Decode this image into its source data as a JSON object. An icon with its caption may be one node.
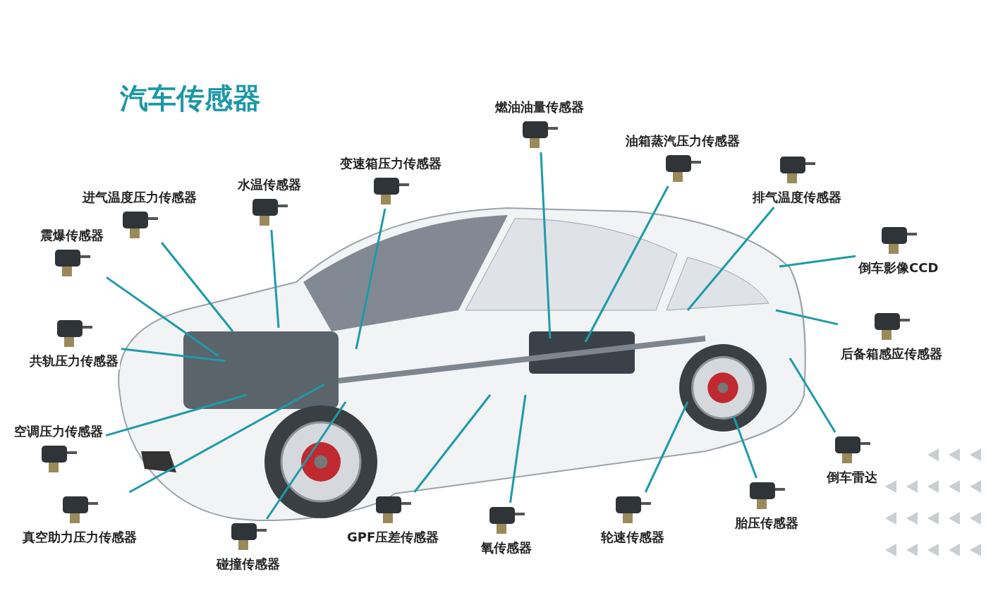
{
  "diagram": {
    "title": "汽车传感器",
    "nodes": [
      {
        "text": [
          "燃油油量传感器"
        ]
      },
      {
        "text": [
          "油箱蒸汽压力传感器"
        ]
      },
      {
        "text": [
          "变速箱压力传感器"
        ]
      },
      {
        "text": [
          "水温传感器"
        ]
      },
      {
        "text": [
          "进气温度压力传感器"
        ]
      },
      {
        "text": [
          "排气温度传感器"
        ]
      },
      {
        "text": [
          "震爆传感器"
        ]
      },
      {
        "text": [
          "倒车影像CCD"
        ]
      },
      {
        "text": [
          "共轨压力传感器"
        ]
      },
      {
        "text": [
          "后备箱感应传感器"
        ]
      },
      {
        "text": [
          "空调压力传感器"
        ]
      },
      {
        "text": [
          "倒车雷达"
        ]
      },
      {
        "text": [
          "真空助力压力传感器"
        ]
      },
      {
        "text": [
          "碰撞传感器"
        ]
      },
      {
        "text": [
          "GPF压差传感器"
        ]
      },
      {
        "text": [
          "氧传感器"
        ]
      },
      {
        "text": [
          "轮速传感器"
        ]
      },
      {
        "text": [
          "胎压传感器"
        ]
      }
    ],
    "edges": [
      {
        "from": 0,
        "to": null,
        "arrow": "none"
      },
      {
        "from": 1,
        "to": null,
        "arrow": "none"
      },
      {
        "from": 2,
        "to": null,
        "arrow": "none"
      },
      {
        "from": 3,
        "to": null,
        "arrow": "none"
      },
      {
        "from": 4,
        "to": null,
        "arrow": "none"
      },
      {
        "from": 5,
        "to": null,
        "arrow": "none"
      },
      {
        "from": 6,
        "to": null,
        "arrow": "none"
      },
      {
        "from": 7,
        "to": null,
        "arrow": "none"
      },
      {
        "from": 8,
        "to": null,
        "arrow": "none"
      },
      {
        "from": 9,
        "to": null,
        "arrow": "none"
      },
      {
        "from": 10,
        "to": null,
        "arrow": "none"
      },
      {
        "from": 11,
        "to": null,
        "arrow": "none"
      },
      {
        "from": 12,
        "to": null,
        "arrow": "none"
      },
      {
        "from": 13,
        "to": null,
        "arrow": "none"
      },
      {
        "from": 14,
        "to": null,
        "arrow": "none"
      },
      {
        "from": 15,
        "to": null,
        "arrow": "none"
      },
      {
        "from": 16,
        "to": null,
        "arrow": "none"
      },
      {
        "from": 17,
        "to": null,
        "arrow": "none"
      }
    ]
  }
}
